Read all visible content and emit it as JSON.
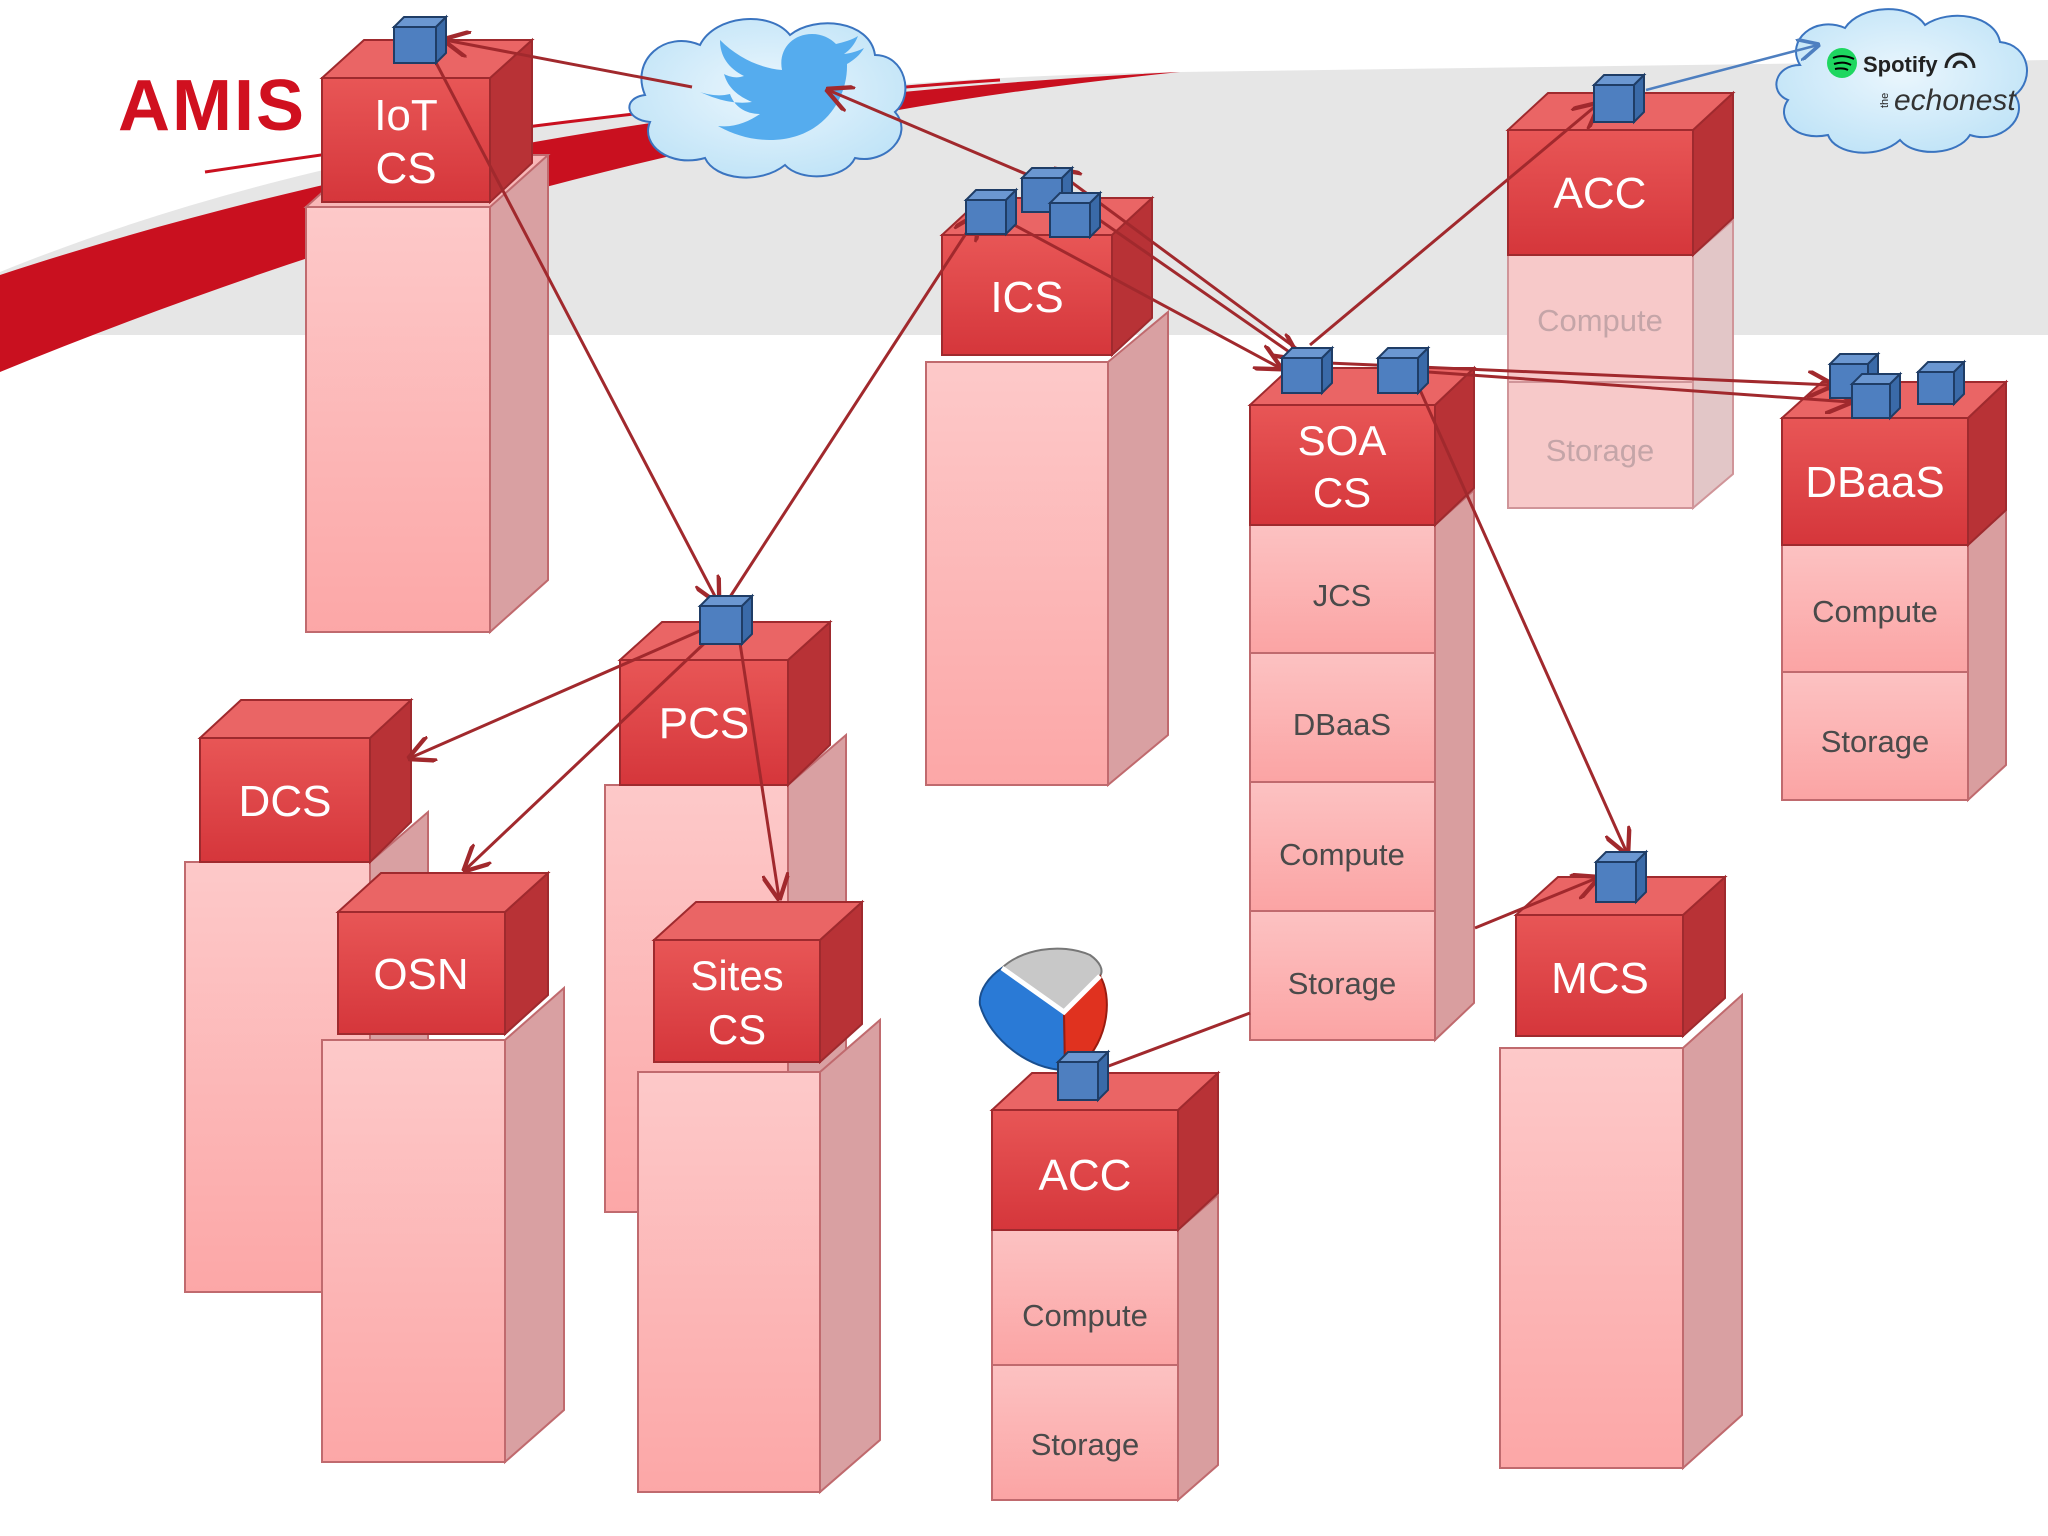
{
  "slide": {
    "logo_text": "AMIS",
    "colors": {
      "banner_red": "#c9101f",
      "banner_grey": "#e6e6e6",
      "box_top": "#e95b5b",
      "box_front": "#d93f43",
      "box_side": "#b83236",
      "pillar_front": "#fdbcbc",
      "pillar_side": "#d99e9f",
      "layer_front": "#fbb3b3",
      "connector": "#4e7fc0",
      "arrow": "#a1292d",
      "cloud": "#c6e7f9",
      "twitter_blue": "#55acee",
      "spotify_green": "#1ed760"
    }
  },
  "services": {
    "iot": {
      "line1": "IoT",
      "line2": "CS"
    },
    "ics": {
      "line1": "ICS"
    },
    "soa": {
      "line1": "SOA",
      "line2": "CS",
      "layers": [
        "JCS",
        "DBaaS",
        "Compute",
        "Storage"
      ]
    },
    "acc_top": {
      "line1": "ACC",
      "layers": [
        "Compute",
        "Storage"
      ]
    },
    "dbaas": {
      "line1": "DBaaS",
      "layers": [
        "Compute",
        "Storage"
      ]
    },
    "pcs": {
      "line1": "PCS"
    },
    "dcs": {
      "line1": "DCS"
    },
    "osn": {
      "line1": "OSN"
    },
    "sites": {
      "line1": "Sites",
      "line2": "CS"
    },
    "mcs": {
      "line1": "MCS"
    },
    "acc_bottom": {
      "line1": "ACC",
      "layers": [
        "Compute",
        "Storage"
      ]
    }
  },
  "external": {
    "twitter": {
      "icon": "twitter-bird-icon"
    },
    "spotify": {
      "label": "Spotify",
      "icon": "spotify-icon"
    },
    "echonest": {
      "prefix": "the",
      "label": "echonest"
    },
    "vanilla": {
      "icon": "vanilla-logo-icon"
    }
  }
}
